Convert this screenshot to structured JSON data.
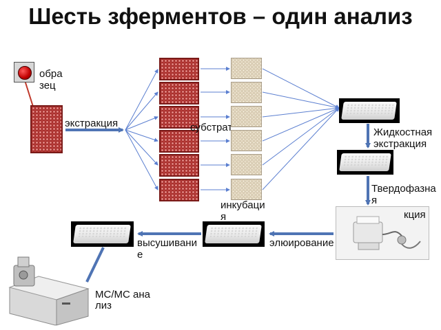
{
  "title": "Шесть зферментов – один анализ",
  "labels": {
    "sample": "образец",
    "extraction": "экстракция",
    "substrate": "субстрат",
    "incubation": "инкубация",
    "liquid_extraction": "Жидкостная экстракция",
    "solid_phase": "Твердофазная",
    "solid_phase_cont": "кция",
    "elution": "элюирование",
    "drying": "высушивание",
    "ms_analysis": "МС/МС анализ"
  },
  "colors": {
    "arrow_thick": "#4f74b4",
    "arrow_thin": "#5b7fd0",
    "sample_line": "#c0392b",
    "red_plate": "#b63a37",
    "beige_plate": "#e7dcc6"
  },
  "icons": {
    "sample_vial": "red-dot-vial-icon",
    "spe_device": "spe-manifold-icon",
    "ms_instrument": "mass-spectrometer-icon"
  }
}
